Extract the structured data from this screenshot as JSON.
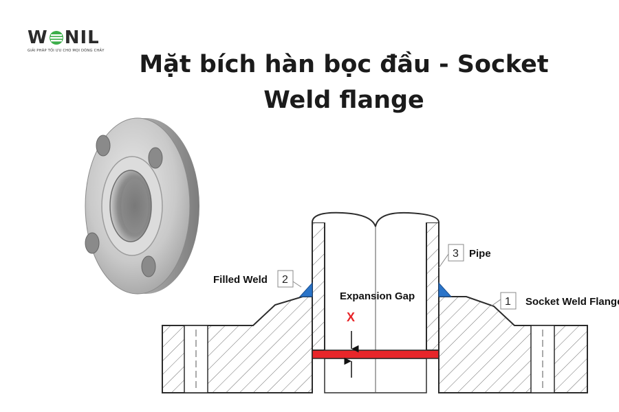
{
  "logo": {
    "wordmark_start": "W",
    "wordmark_end": "NIL",
    "tagline": "GIẢI PHÁP TỐI ƯU CHO MỌI DÒNG CHẢY",
    "accent_color": "#3cae4a"
  },
  "title": {
    "line1": "Mặt bích hàn bọc đầu - Socket",
    "line2": "Weld flange"
  },
  "diagram": {
    "callouts": [
      {
        "number": "1",
        "label": "Socket Weld Flange"
      },
      {
        "number": "2",
        "label": "Filled Weld"
      },
      {
        "number": "3",
        "label": "Pipe"
      }
    ],
    "expansion_gap_label": "Expansion Gap",
    "gap_marker": "X",
    "colors": {
      "weld": "#2a74c9",
      "gap_bar": "#e8262a",
      "gap_marker": "#e8262a",
      "outline": "#2b2b2b"
    }
  }
}
